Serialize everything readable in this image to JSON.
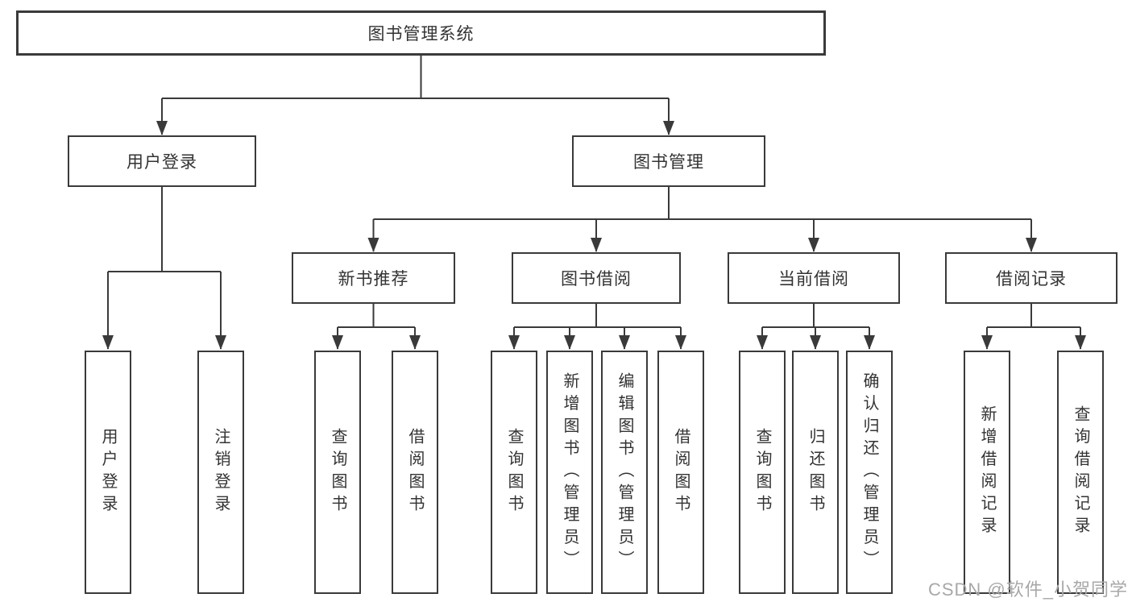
{
  "diagram": {
    "root": {
      "label": "图书管理系统"
    },
    "branches": [
      {
        "label": "用户登录",
        "children": [
          {
            "label": "用户登录"
          },
          {
            "label": "注销登录"
          }
        ]
      },
      {
        "label": "图书管理",
        "children": [
          {
            "label": "新书推荐",
            "children": [
              {
                "label": "查询图书"
              },
              {
                "label": "借阅图书"
              }
            ]
          },
          {
            "label": "图书借阅",
            "children": [
              {
                "label": "查询图书"
              },
              {
                "label": "新增图书（管理员）"
              },
              {
                "label": "编辑图书（管理员）"
              },
              {
                "label": "借阅图书"
              }
            ]
          },
          {
            "label": "当前借阅",
            "children": [
              {
                "label": "查询图书"
              },
              {
                "label": "归还图书"
              },
              {
                "label": "确认归还（管理员）"
              }
            ]
          },
          {
            "label": "借阅记录",
            "children": [
              {
                "label": "新增借阅记录"
              },
              {
                "label": "查询借阅记录"
              }
            ]
          }
        ]
      }
    ]
  },
  "watermark": {
    "text": "CSDN @软件_小贺同学"
  },
  "colors": {
    "line": "#3a3a3a",
    "text": "#333333",
    "box_background": "#ffffff",
    "watermark": "#a8a8a8"
  }
}
